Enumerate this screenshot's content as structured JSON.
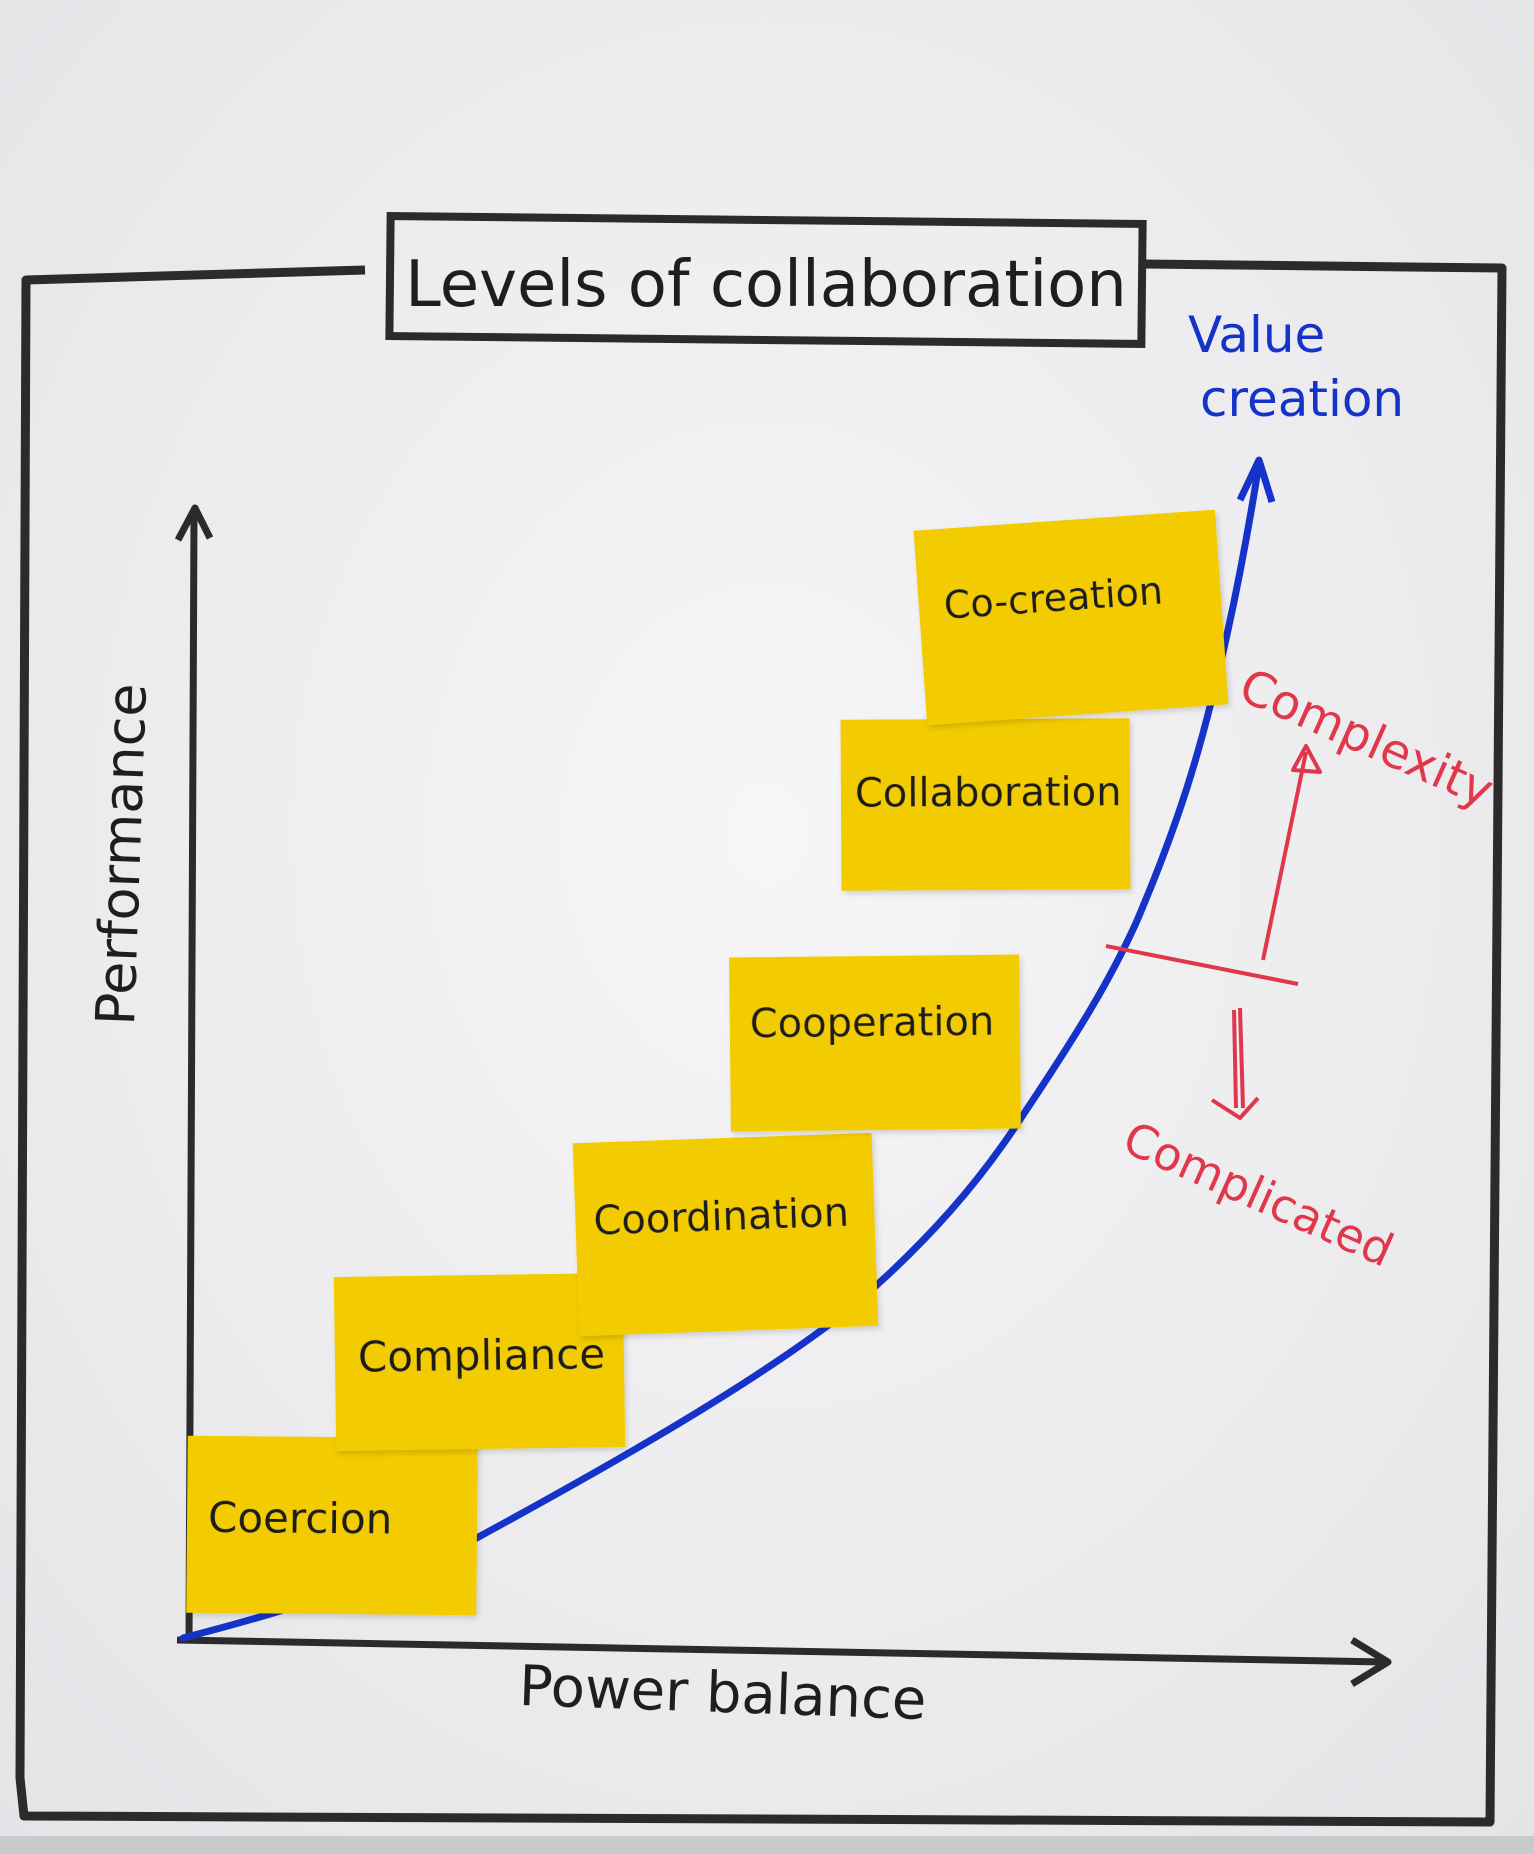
{
  "title": "Levels of collaboration",
  "axes": {
    "y_label": "Performance",
    "x_label": "Power balance"
  },
  "curve_label": {
    "line1": "Value",
    "line2": "creation"
  },
  "levels": [
    {
      "label": "Coercion"
    },
    {
      "label": "Compliance"
    },
    {
      "label": "Coordination"
    },
    {
      "label": "Cooperation"
    },
    {
      "label": "Collaboration"
    },
    {
      "label": "Co-creation"
    }
  ],
  "annotations": {
    "above": "Complexity",
    "below": "Complicated"
  },
  "colors": {
    "marker_black": "#2b2b2b",
    "curve_blue": "#1533c8",
    "sticky_yellow": "#f2cb05",
    "annotation_red": "#e0384a",
    "paper": "#f4f4f6"
  }
}
